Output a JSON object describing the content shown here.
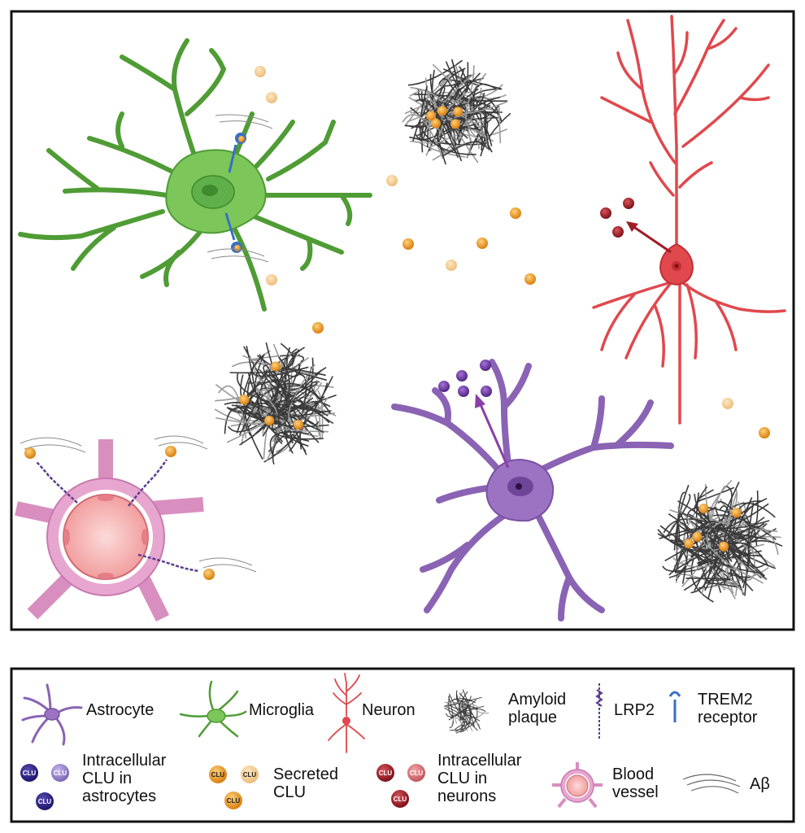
{
  "legend": {
    "astrocyte": "Astrocyte",
    "microglia": "Microglia",
    "neuron": "Neuron",
    "amyloid_plaque": "Amyloid\nplaque",
    "lrp2": "LRP2",
    "trem2": "TREM2\nreceptor",
    "intracellular_astro": "Intracellular\nCLU in\nastrocytes",
    "secreted": "Secreted\nCLU",
    "intracellular_neuron": "Intracellular\nCLU in\nneurons",
    "blood_vessel": "Blood\nvessel",
    "abeta": "Aβ",
    "clu_token": "CLU"
  },
  "colors": {
    "microglia": "#7cc65a",
    "microglia_light": "#a8dc84",
    "neuron": "#e0484d",
    "astrocyte": "#9b73c2",
    "astrocyte_light": "#b99ad8",
    "clu_secreted": "#e89a1c",
    "clu_secreted_light": "#f0c98a",
    "clu_neuron": "#a11c25",
    "clu_astro": "#6a3a9c",
    "vessel_outer": "#d98ec0",
    "vessel_inner": "#f6b9b9",
    "lrp2": "#5b3d8f",
    "trem2": "#3a6fc4",
    "plaque": "#3a3a3a",
    "frame": "#111111"
  }
}
